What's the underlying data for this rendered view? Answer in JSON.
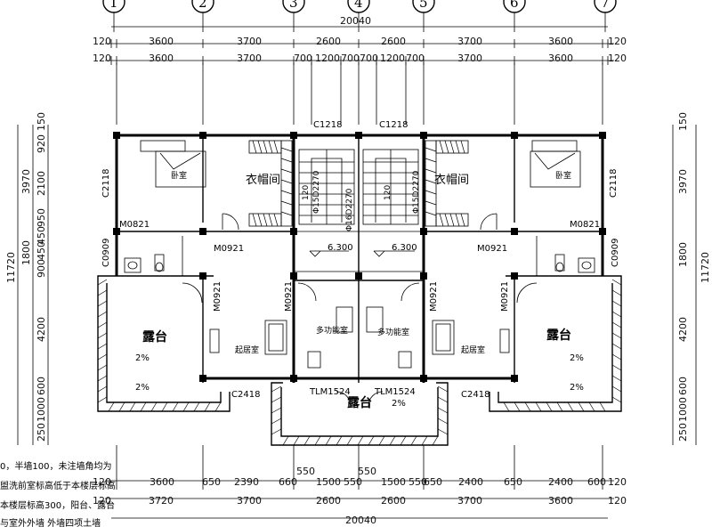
{
  "axes": [
    "1",
    "2",
    "3",
    "4",
    "5",
    "6",
    "7"
  ],
  "top_dims": {
    "total": "20040",
    "row1": [
      "120",
      "3600",
      "3700",
      "2600",
      "2600",
      "3700",
      "3600",
      "120"
    ],
    "row2": [
      "120",
      "3600",
      "3700",
      "700",
      "1200",
      "700",
      "700",
      "1200",
      "700",
      "3700",
      "3600",
      "120"
    ]
  },
  "bottom_dims": {
    "row1": [
      "120",
      "3600",
      "650",
      "2390",
      "660",
      "550",
      "1500",
      "550",
      "550",
      "1500",
      "550",
      "650",
      "2400",
      "650",
      "2400",
      "600",
      "120"
    ],
    "row2": [
      "120",
      "3720",
      "3700",
      "2600",
      "2600",
      "3700",
      "3600",
      "120"
    ],
    "total": "20040"
  },
  "left_dims": [
    "150",
    "920",
    "2100",
    "950",
    "450",
    "450",
    "900",
    "4200",
    "600",
    "1000",
    "250"
  ],
  "left_group": [
    "3970",
    "1800"
  ],
  "left_total": "11720",
  "right_dims": [
    "150",
    "3970",
    "1800",
    "4200",
    "600",
    "1000",
    "250"
  ],
  "right_total": "11720",
  "rooms": {
    "bedroom": "卧室",
    "closet": "衣帽间",
    "terrace": "露台",
    "living": "起居室",
    "multi": "多功能室"
  },
  "labels": {
    "c1218": "C1218",
    "c2118": "C2118",
    "m0821": "M0821",
    "m0921": "M0921",
    "c0909": "C0909",
    "c2418": "C2418",
    "tlm1524": "TLM1524",
    "level": "6.300",
    "slope": "2%",
    "stair1": "120",
    "stair2": "Φ15D2270",
    "stair3": "Φ16D2270"
  },
  "notes": [
    "0，半墙100，未注墙角均为",
    "盥洗前室标高低于本楼层标高",
    "本楼层标高300，阳台、露台",
    "与室外外墙 外墙四项土墙"
  ]
}
